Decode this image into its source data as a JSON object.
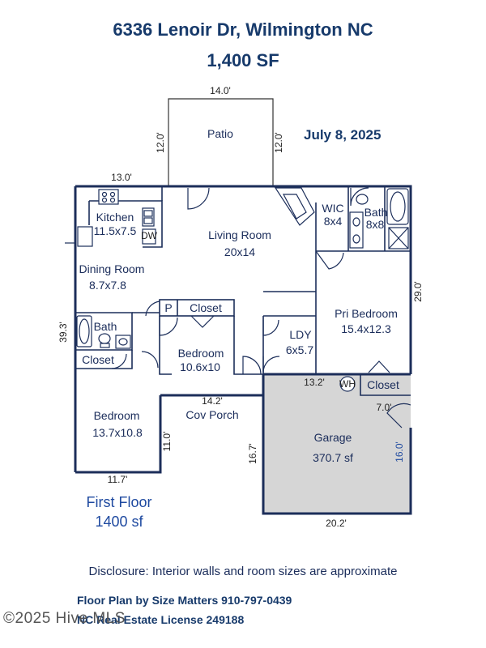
{
  "header": {
    "address": "6336 Lenoir Dr, Wilmington NC",
    "total_area": "1,400 SF",
    "date": "July 8, 2025"
  },
  "rooms": {
    "patio": "Patio",
    "kitchen": "Kitchen",
    "kitchen_size": "11.5x7.5",
    "living": "Living Room",
    "living_size": "20x14",
    "dining": "Dining Room",
    "dining_size": "8.7x7.8",
    "wic": "WIC",
    "wic_size": "8x4",
    "bath_main": "Bath",
    "bath_main_size": "8x8",
    "pri_bedroom": "Pri Bedroom",
    "pri_bedroom_size": "15.4x12.3",
    "pantry": "P",
    "closet_hall": "Closet",
    "bath_left": "Bath",
    "closet_left": "Closet",
    "bedroom_mid": "Bedroom",
    "bedroom_mid_size": "10.6x10",
    "ldy": "LDY",
    "ldy_size": "6x5.7",
    "closet_pri": "Closet",
    "bedroom_left": "Bedroom",
    "bedroom_left_size": "13.7x10.8",
    "cov_porch": "Cov Porch",
    "garage": "Garage",
    "garage_size": "370.7 sf",
    "wh": "WH",
    "dw": "DW"
  },
  "dimensions": {
    "patio_width": "14.0'",
    "patio_depth_left": "12.0'",
    "patio_depth_right": "12.0'",
    "top_left_width": "13.0'",
    "left_depth": "39.3'",
    "right_depth": "29.0'",
    "porch_width": "14.2'",
    "garage_width_top": "13.2'",
    "garage_notch": "7.0'",
    "garage_depth_left": "16.7'",
    "garage_depth_right": "16.0'",
    "porch_depth": "11.0'",
    "bottom_left_width": "11.7'",
    "garage_width_bottom": "20.2'"
  },
  "floor": {
    "name": "First Floor",
    "area": "1400 sf"
  },
  "footer": {
    "disclosure": "Disclosure: Interior walls and room sizes are approximate",
    "credit": "Floor Plan by Size Matters 910-797-0439",
    "license": "NC Real Estate License 249188",
    "watermark": "©2025 Hive MLS"
  }
}
